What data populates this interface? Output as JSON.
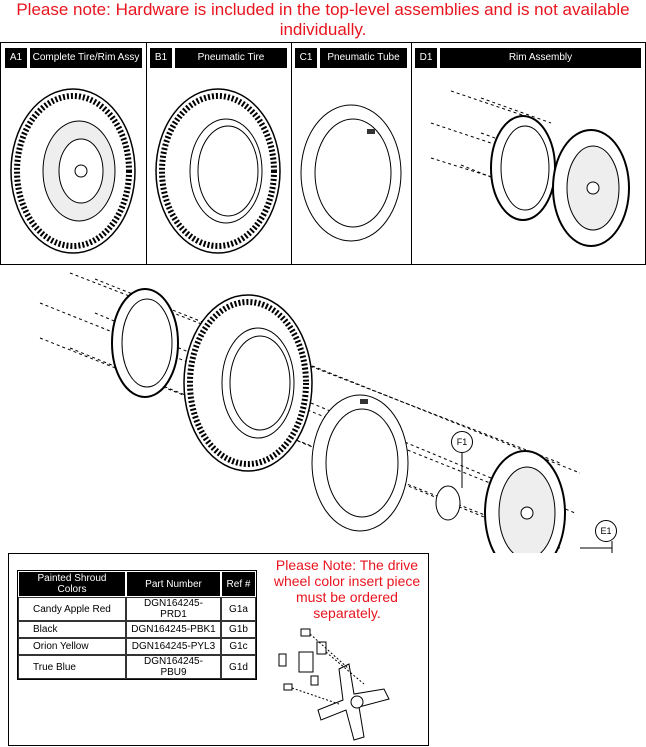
{
  "header_note": "Please note: Hardware is included in the top-level assemblies and is not available individually.",
  "panels": [
    {
      "ref": "A1",
      "title": "Complete Tire/Rim Assy"
    },
    {
      "ref": "B1",
      "title": "Pneumatic Tire"
    },
    {
      "ref": "C1",
      "title": "Pneumatic Tube"
    },
    {
      "ref": "D1",
      "title": "Rim Assembly"
    }
  ],
  "callouts": {
    "f1": "F1",
    "e1": "E1"
  },
  "table": {
    "headers": [
      "Painted Shroud Colors",
      "Part Number",
      "Ref #"
    ],
    "rows": [
      [
        "Candy Apple Red",
        "DGN164245-PRD1",
        "G1a"
      ],
      [
        "Black",
        "DGN164245-PBK1",
        "G1b"
      ],
      [
        "Orion Yellow",
        "DGN164245-PYL3",
        "G1c"
      ],
      [
        "True Blue",
        "DGN164245-PBU9",
        "G1d"
      ]
    ]
  },
  "insert_note": "Please Note: The drive wheel color insert piece must be ordered separately.",
  "colors": {
    "note": "#e8141e"
  }
}
